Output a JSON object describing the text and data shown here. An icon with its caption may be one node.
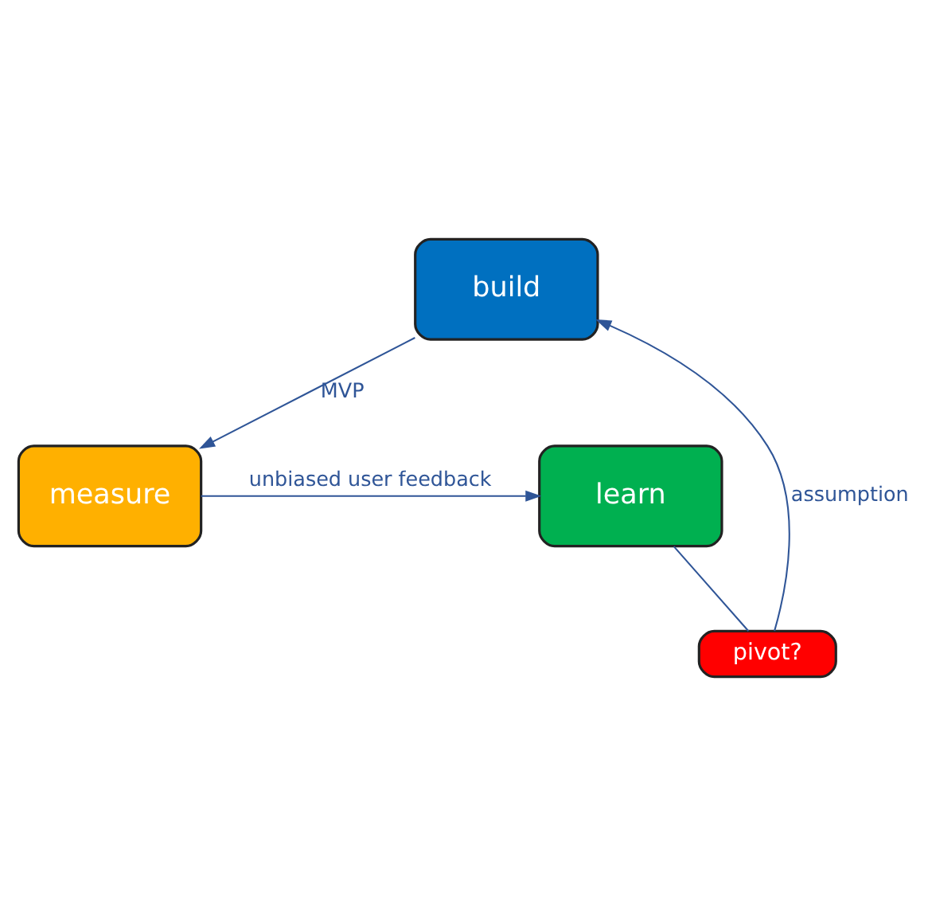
{
  "diagram": {
    "nodes": [
      {
        "text": [
          "build"
        ]
      },
      {
        "text": [
          "measure"
        ]
      },
      {
        "text": [
          "learn"
        ]
      },
      {
        "text": [
          "pivot?"
        ]
      }
    ],
    "edges": [
      {
        "from": 0,
        "to": 1,
        "arrow": "to",
        "label": "MVP"
      },
      {
        "from": 1,
        "to": 2,
        "arrow": "to",
        "label": "unbiased user feedback"
      },
      {
        "from": 2,
        "to": 3,
        "arrow": "none"
      },
      {
        "from": 3,
        "to": 0,
        "arrow": "to",
        "label": "assumption"
      }
    ]
  }
}
